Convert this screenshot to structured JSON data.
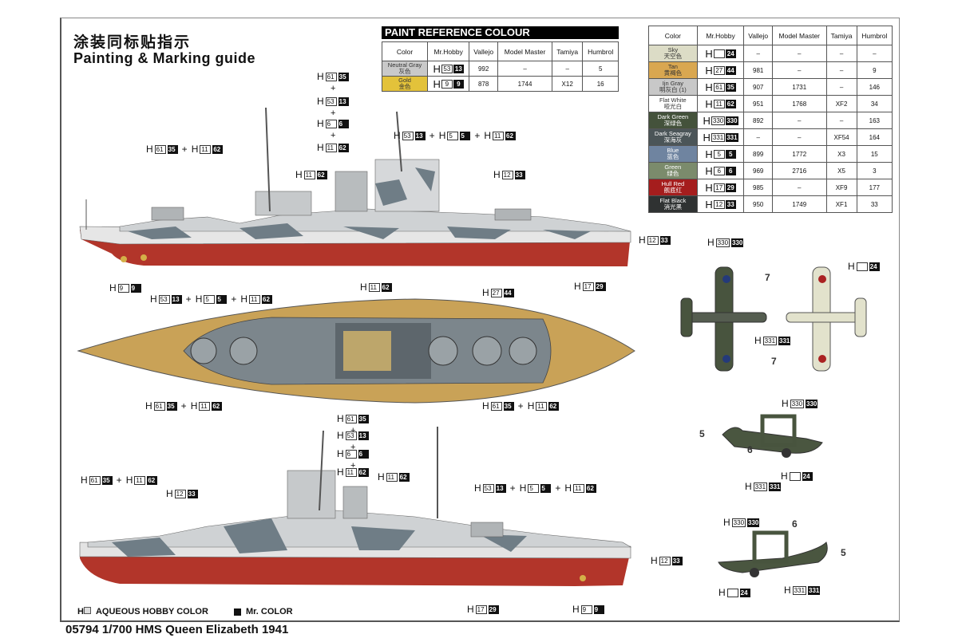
{
  "header": {
    "title_cn": "涂装同标贴指示",
    "title_en": "Painting & Marking guide"
  },
  "paint_reference": {
    "title": "PAINT  REFERENCE COLOUR",
    "columns": [
      "Color",
      "Mr.Hobby",
      "Vallejo",
      "Model Master",
      "Tamiya",
      "Humbrol"
    ],
    "rows": [
      {
        "color": "Neutral Gray",
        "cn": "灰色",
        "swatch": "#c9c9c9",
        "aq": "53",
        "mr": "13",
        "vallejo": "992",
        "model_master": "–",
        "tamiya": "–",
        "humbrol": "5"
      },
      {
        "color": "Gold",
        "cn": "金色",
        "swatch": "#e3c23a",
        "aq": "9",
        "mr": "9",
        "vallejo": "878",
        "model_master": "1744",
        "tamiya": "X12",
        "humbrol": "16"
      }
    ]
  },
  "color_table": {
    "columns": [
      "Color",
      "Mr.Hobby",
      "Vallejo",
      "Model Master",
      "Tamiya",
      "Humbrol"
    ],
    "rows": [
      {
        "color": "Sky",
        "cn": "天空色",
        "swatch": "#dcdcc6",
        "fg": "#333",
        "aq": "",
        "mr": "24",
        "vallejo": "–",
        "model_master": "–",
        "tamiya": "–",
        "humbrol": "–"
      },
      {
        "color": "Tan",
        "cn": "黄褐色",
        "swatch": "#d9a750",
        "fg": "#333",
        "aq": "27",
        "mr": "44",
        "vallejo": "981",
        "model_master": "–",
        "tamiya": "–",
        "humbrol": "9"
      },
      {
        "color": "Ijn Gray",
        "cn": "明灰白 (1)",
        "swatch": "#c8c8c8",
        "fg": "#333",
        "aq": "61",
        "mr": "35",
        "vallejo": "907",
        "model_master": "1731",
        "tamiya": "–",
        "humbrol": "146"
      },
      {
        "color": "Flat White",
        "cn": "哑光白",
        "swatch": "#ffffff",
        "fg": "#333",
        "aq": "11",
        "mr": "62",
        "vallejo": "951",
        "model_master": "1768",
        "tamiya": "XF2",
        "humbrol": "34"
      },
      {
        "color": "Dark Green",
        "cn": "深绿色",
        "swatch": "#44523b",
        "fg": "#fff",
        "aq": "330",
        "mr": "330",
        "vallejo": "892",
        "model_master": "–",
        "tamiya": "–",
        "humbrol": "163"
      },
      {
        "color": "Dark Seagray",
        "cn": "深海灰",
        "swatch": "#4b5558",
        "fg": "#fff",
        "aq": "331",
        "mr": "331",
        "vallejo": "–",
        "model_master": "–",
        "tamiya": "XF54",
        "humbrol": "164"
      },
      {
        "color": "Blue",
        "cn": "蓝色",
        "swatch": "#6f84a0",
        "fg": "#fff",
        "aq": "5",
        "mr": "5",
        "vallejo": "899",
        "model_master": "1772",
        "tamiya": "X3",
        "humbrol": "15"
      },
      {
        "color": "Green",
        "cn": "绿色",
        "swatch": "#7b8b6c",
        "fg": "#fff",
        "aq": "6",
        "mr": "6",
        "vallejo": "969",
        "model_master": "2716",
        "tamiya": "X5",
        "humbrol": "3"
      },
      {
        "color": "Hull Red",
        "cn": "舰底红",
        "swatch": "#a51d1d",
        "fg": "#fff",
        "aq": "17",
        "mr": "29",
        "vallejo": "985",
        "model_master": "–",
        "tamiya": "XF9",
        "humbrol": "177"
      },
      {
        "color": "Flat Black",
        "cn": "消光黑",
        "swatch": "#2f3232",
        "fg": "#fff",
        "aq": "12",
        "mr": "33",
        "vallejo": "950",
        "model_master": "1749",
        "tamiya": "XF1",
        "humbrol": "33"
      }
    ]
  },
  "callouts": [
    [
      [
        "61",
        "35"
      ],
      [
        "11",
        "62"
      ]
    ],
    [
      [
        "61",
        "35"
      ]
    ],
    [
      [
        "53",
        "13"
      ]
    ],
    [
      [
        "6",
        "6"
      ]
    ],
    [
      [
        "11",
        "62"
      ]
    ],
    [
      [
        "53",
        "13"
      ],
      [
        "5",
        "5"
      ],
      [
        "11",
        "62"
      ]
    ],
    [
      [
        "11",
        "62"
      ]
    ],
    [
      [
        "12",
        "33"
      ]
    ],
    [
      [
        "12",
        "33"
      ]
    ],
    [
      [
        "9",
        "9"
      ]
    ],
    [
      [
        "17",
        "29"
      ]
    ],
    [
      [
        "53",
        "13"
      ],
      [
        "5",
        "5"
      ],
      [
        "11",
        "62"
      ]
    ],
    [
      [
        "11",
        "62"
      ]
    ],
    [
      [
        "27",
        "44"
      ]
    ],
    [
      [
        "61",
        "35"
      ],
      [
        "11",
        "62"
      ]
    ],
    [
      [
        "61",
        "35"
      ],
      [
        "11",
        "62"
      ]
    ],
    [
      [
        "61",
        "35"
      ]
    ],
    [
      [
        "53",
        "13"
      ]
    ],
    [
      [
        "6",
        "6"
      ]
    ],
    [
      [
        "11",
        "62"
      ]
    ],
    [
      [
        "61",
        "35"
      ],
      [
        "11",
        "62"
      ]
    ],
    [
      [
        "12",
        "33"
      ]
    ],
    [
      [
        "11",
        "62"
      ]
    ],
    [
      [
        "53",
        "13"
      ],
      [
        "5",
        "5"
      ],
      [
        "11",
        "62"
      ]
    ],
    [
      [
        "12",
        "33"
      ]
    ],
    [
      [
        "17",
        "29"
      ]
    ],
    [
      [
        "9",
        "9"
      ]
    ],
    [
      [
        "330",
        "330"
      ]
    ],
    [
      [
        "331",
        "331"
      ]
    ],
    [
      [
        "",
        "24"
      ]
    ],
    [
      [
        "330",
        "330"
      ]
    ],
    [
      [
        "331",
        "331"
      ]
    ],
    [
      [
        "",
        "24"
      ]
    ],
    [
      [
        "330",
        "330"
      ]
    ],
    [
      [
        "",
        "24"
      ]
    ],
    [
      [
        "331",
        "331"
      ]
    ]
  ],
  "decal_labels": [
    "7",
    "7",
    "5",
    "6",
    "6",
    "5"
  ],
  "legend": {
    "aqueous": "AQUEOUS HOBBY COLOR",
    "mr": "Mr. COLOR"
  },
  "footer": "05794 1/700 HMS Queen Elizabeth 1941"
}
